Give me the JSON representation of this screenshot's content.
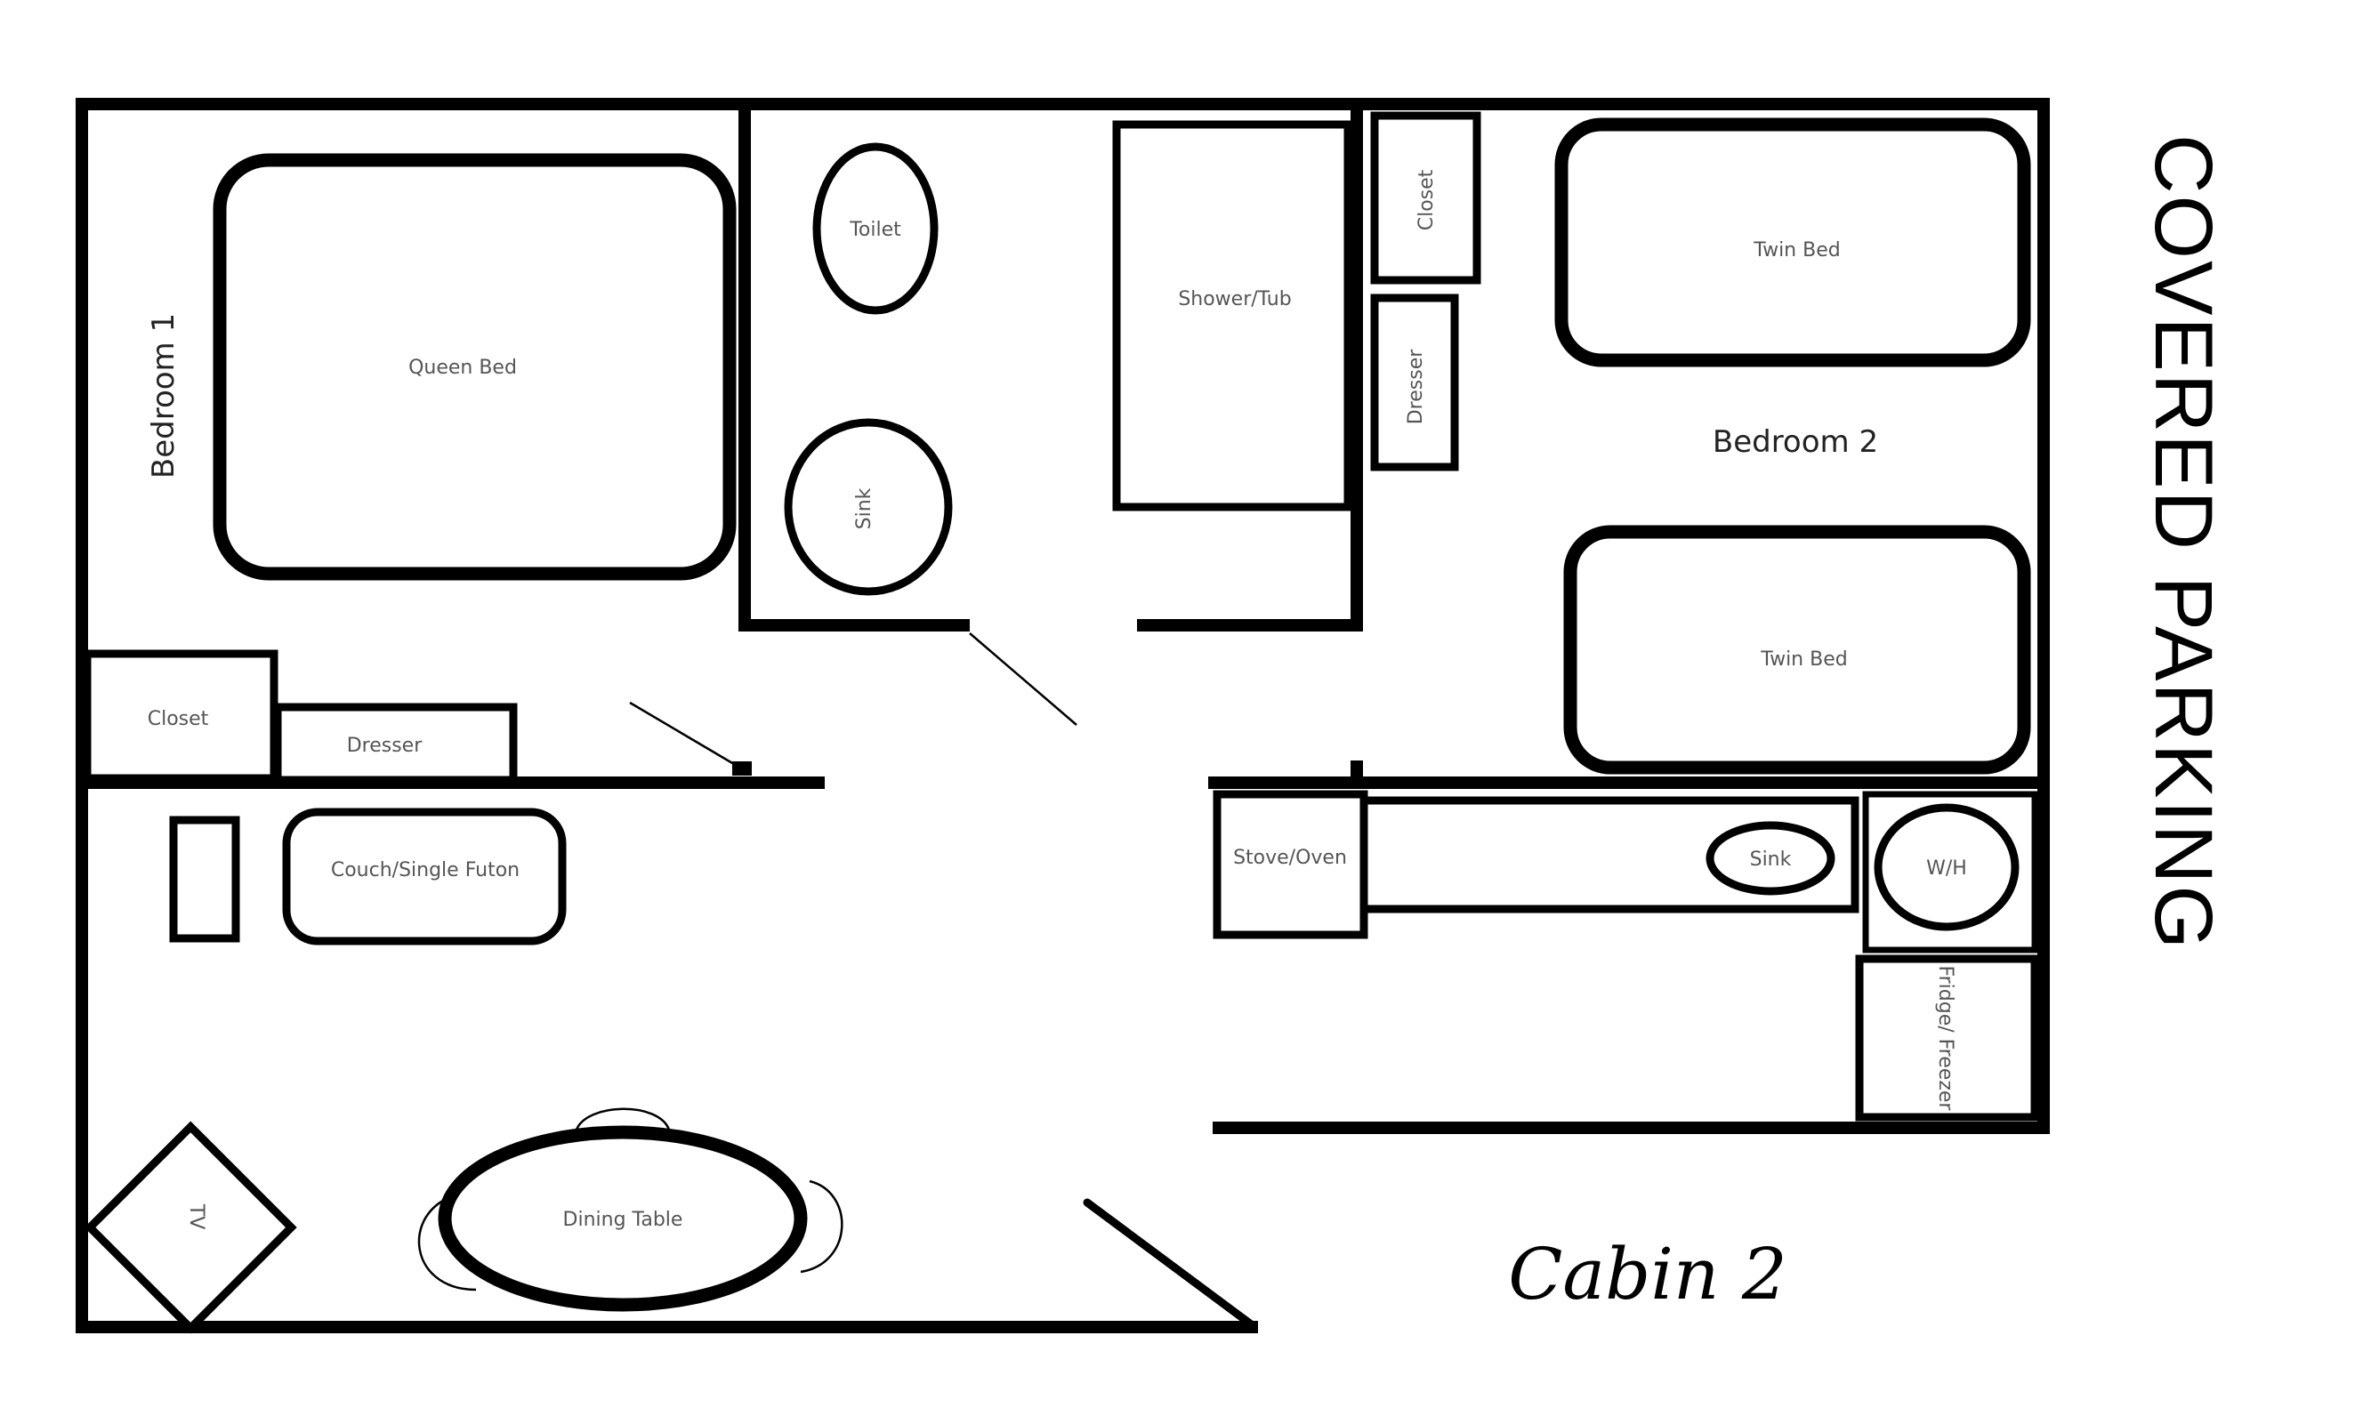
{
  "title": "Cabin 2",
  "side_label": "COVERED PARKING",
  "rooms": {
    "bedroom1": "Bedroom 1",
    "bedroom2": "Bedroom 2"
  },
  "furniture": {
    "queen_bed": "Queen Bed",
    "toilet": "Toilet",
    "bath_sink": "Sink",
    "shower_tub": "Shower/Tub",
    "closet_b2": "Closet",
    "dresser_b2": "Dresser",
    "twin_bed_top": "Twin Bed",
    "twin_bed_bottom": "Twin Bed",
    "closet_b1": "Closet",
    "dresser_b1": "Dresser",
    "couch": "Couch/Single Futon",
    "stove": "Stove/Oven",
    "kitchen_sink": "Sink",
    "water_heater": "W/H",
    "fridge": "Fridge/ Freezer",
    "tv": "TV",
    "dining_table": "Dining Table"
  }
}
